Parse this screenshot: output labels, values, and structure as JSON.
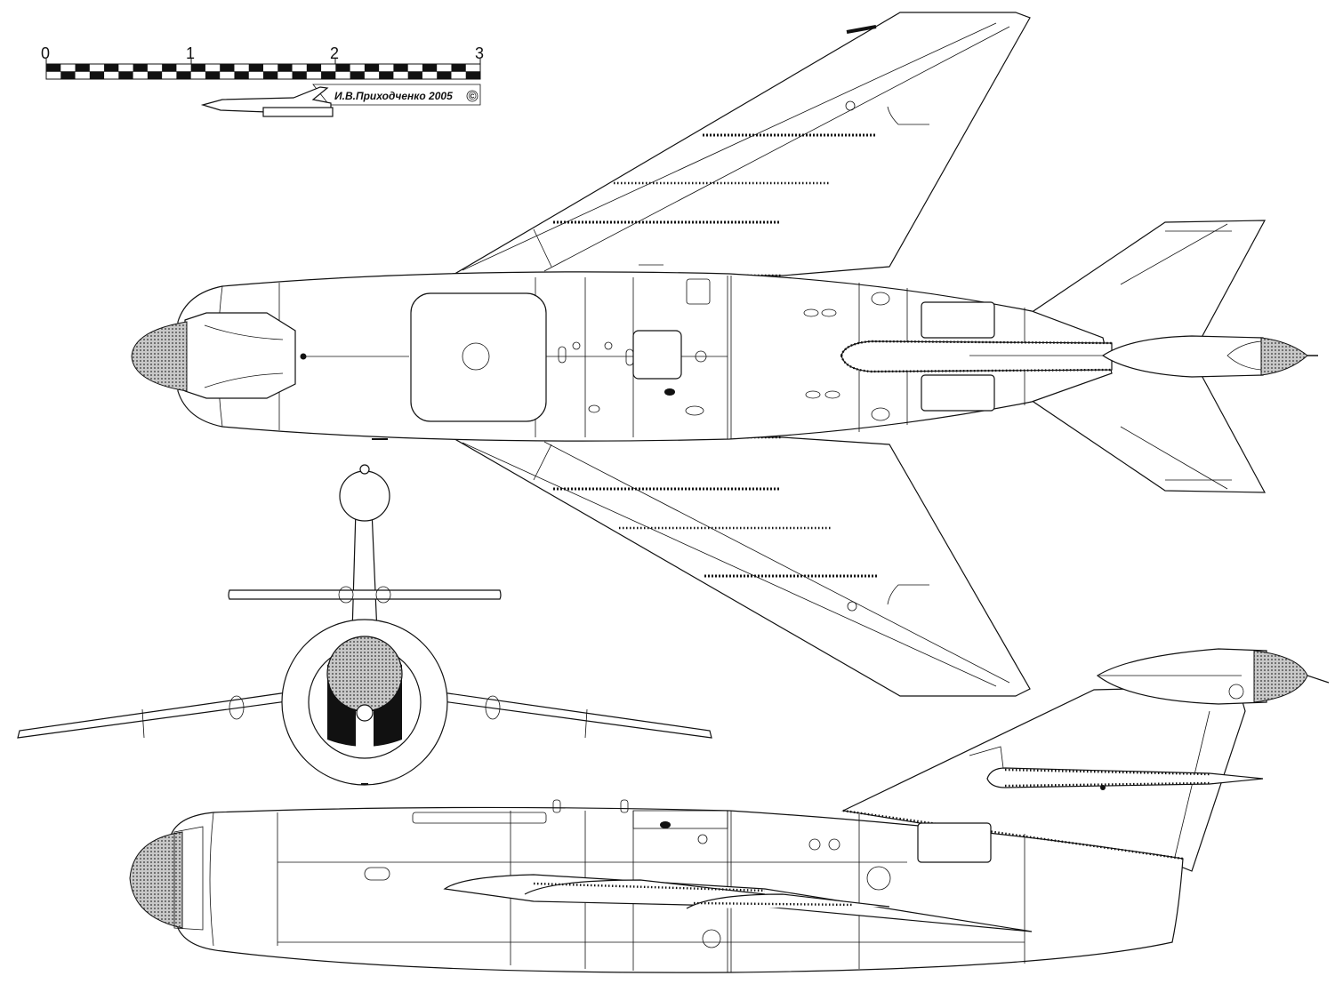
{
  "scale_bar": {
    "labels": [
      "0",
      "1",
      "2",
      "3"
    ],
    "credit": "И.В.Приходченко 2005",
    "copyright_symbol": "©"
  },
  "colors": {
    "ink": "#111111",
    "paper": "#ffffff",
    "mesh": "#888888"
  },
  "views": [
    "top-view",
    "front-view",
    "side-view"
  ]
}
